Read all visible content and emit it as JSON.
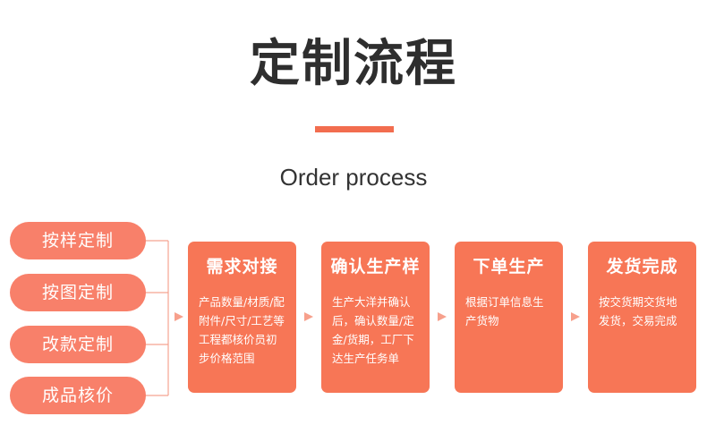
{
  "header": {
    "title": "定制流程",
    "subtitle": "Order process"
  },
  "options": [
    "按样定制",
    "按图定制",
    "改款定制",
    "成品核价"
  ],
  "steps": [
    {
      "title": "需求对接",
      "desc": "产品数量/材质/配附件/尺寸/工艺等工程都核价员初步价格范围"
    },
    {
      "title": "确认生产样",
      "desc": "生产大洋并确认后，确认数量/定金/货期，工厂下达生产任务单"
    },
    {
      "title": "下单生产",
      "desc": "根据订单信息生产货物"
    },
    {
      "title": "发货完成",
      "desc": "按交货期交货地发货，交易完成"
    }
  ],
  "colors": {
    "accent": "#f26d4f",
    "pill": "#f8806a",
    "step": "#f77656",
    "arrow": "#f7a08c",
    "connector": "#f5a391",
    "title": "#2e2e2e"
  },
  "icons": {
    "arrow": "triangle-right-icon"
  }
}
